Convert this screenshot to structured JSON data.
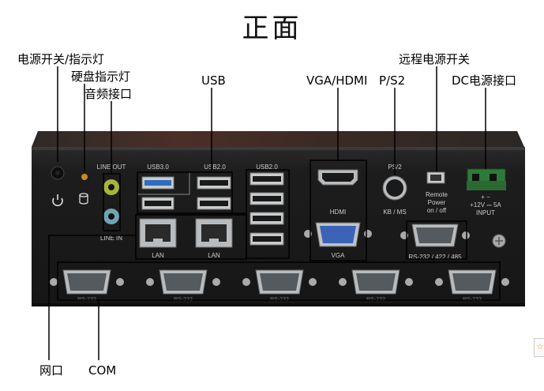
{
  "title": "正面",
  "callouts": {
    "power_switch_indicator": "电源开关/指示灯",
    "hdd_indicator": "硬盘指示灯",
    "audio_port": "音频接口",
    "usb": "USB",
    "vga_hdmi": "VGA/HDMI",
    "ps2": "P/S2",
    "remote_power_switch": "远程电源开关",
    "dc_power_port": "DC电源接口",
    "network_port": "网口",
    "com": "COM"
  },
  "panel_labels": {
    "line_out": "LINE OUT",
    "line_in": "LINE IN",
    "usb30": "USB3.0",
    "usb20_a": "USB2.0",
    "usb20_b": "USB2.0",
    "lan_1": "LAN",
    "lan_2": "LAN",
    "hdmi": "HDMI",
    "vga": "VGA",
    "ps2_top": "PS/2",
    "kb_ms": "KB / MS",
    "remote_1": "Remote",
    "remote_2": "Power",
    "remote_3": "on / off",
    "dc_pm": "+      −",
    "dc_rating": "+12V ⎓ 5A",
    "dc_input": "INPUT",
    "rs_multi": "RS-232 / 422 / 485",
    "com_labels": [
      "RS-232",
      "RS-232",
      "RS-232",
      "RS-232",
      "RS-232"
    ]
  },
  "corner_badge": "☆"
}
